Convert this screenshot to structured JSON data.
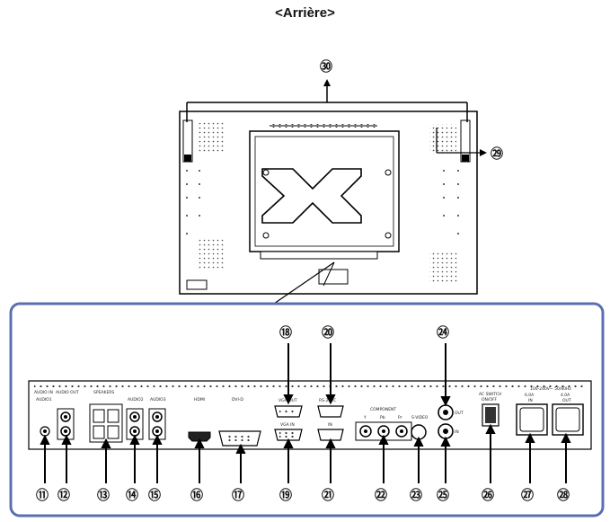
{
  "title": "<Arrière>",
  "callouts": [
    {
      "id": "callout-11",
      "text": "⑪"
    },
    {
      "id": "callout-12",
      "text": "⑫"
    },
    {
      "id": "callout-13",
      "text": "⑬"
    },
    {
      "id": "callout-14",
      "text": "⑭"
    },
    {
      "id": "callout-15",
      "text": "⑮"
    },
    {
      "id": "callout-16",
      "text": "⑯"
    },
    {
      "id": "callout-17",
      "text": "⑰"
    },
    {
      "id": "callout-18",
      "text": "⑱"
    },
    {
      "id": "callout-19",
      "text": "⑲"
    },
    {
      "id": "callout-20",
      "text": "⑳"
    },
    {
      "id": "callout-21",
      "text": "㉑"
    },
    {
      "id": "callout-22",
      "text": "㉒"
    },
    {
      "id": "callout-23",
      "text": "㉓"
    },
    {
      "id": "callout-24",
      "text": "㉔"
    },
    {
      "id": "callout-25",
      "text": "㉕"
    },
    {
      "id": "callout-26",
      "text": "㉖"
    },
    {
      "id": "callout-27",
      "text": "㉗"
    },
    {
      "id": "callout-28",
      "text": "㉘"
    },
    {
      "id": "callout-29",
      "text": "㉙"
    },
    {
      "id": "callout-30",
      "text": "㉚"
    }
  ],
  "panel_labels": {
    "audio_in": "AUDIO IN",
    "audio1": "AUDIO1",
    "audio_out": "AUDIO OUT",
    "speakers": "SPEAKERS",
    "audio2": "AUDIO2",
    "audio3": "AUDIO3",
    "hdmi": "HDMI",
    "dvi_d": "DVI-D",
    "vga_out": "VGA OUT",
    "vga_in": "VGA IN",
    "rs232c": "RS-232C",
    "in": "IN",
    "component": "COMPONENT",
    "y": "Y",
    "pb": "Pb",
    "pr": "Pr",
    "s_video": "S-VIDEO",
    "out": "OUT",
    "ac_switch": "AC SWITCH",
    "on_off": "ON/OFF",
    "ac_rating": "100-240V~ 50/60Hz",
    "in_rating": "6.0A",
    "in_label": "IN",
    "out_rating": "4.0A",
    "out_label": "OUT"
  }
}
